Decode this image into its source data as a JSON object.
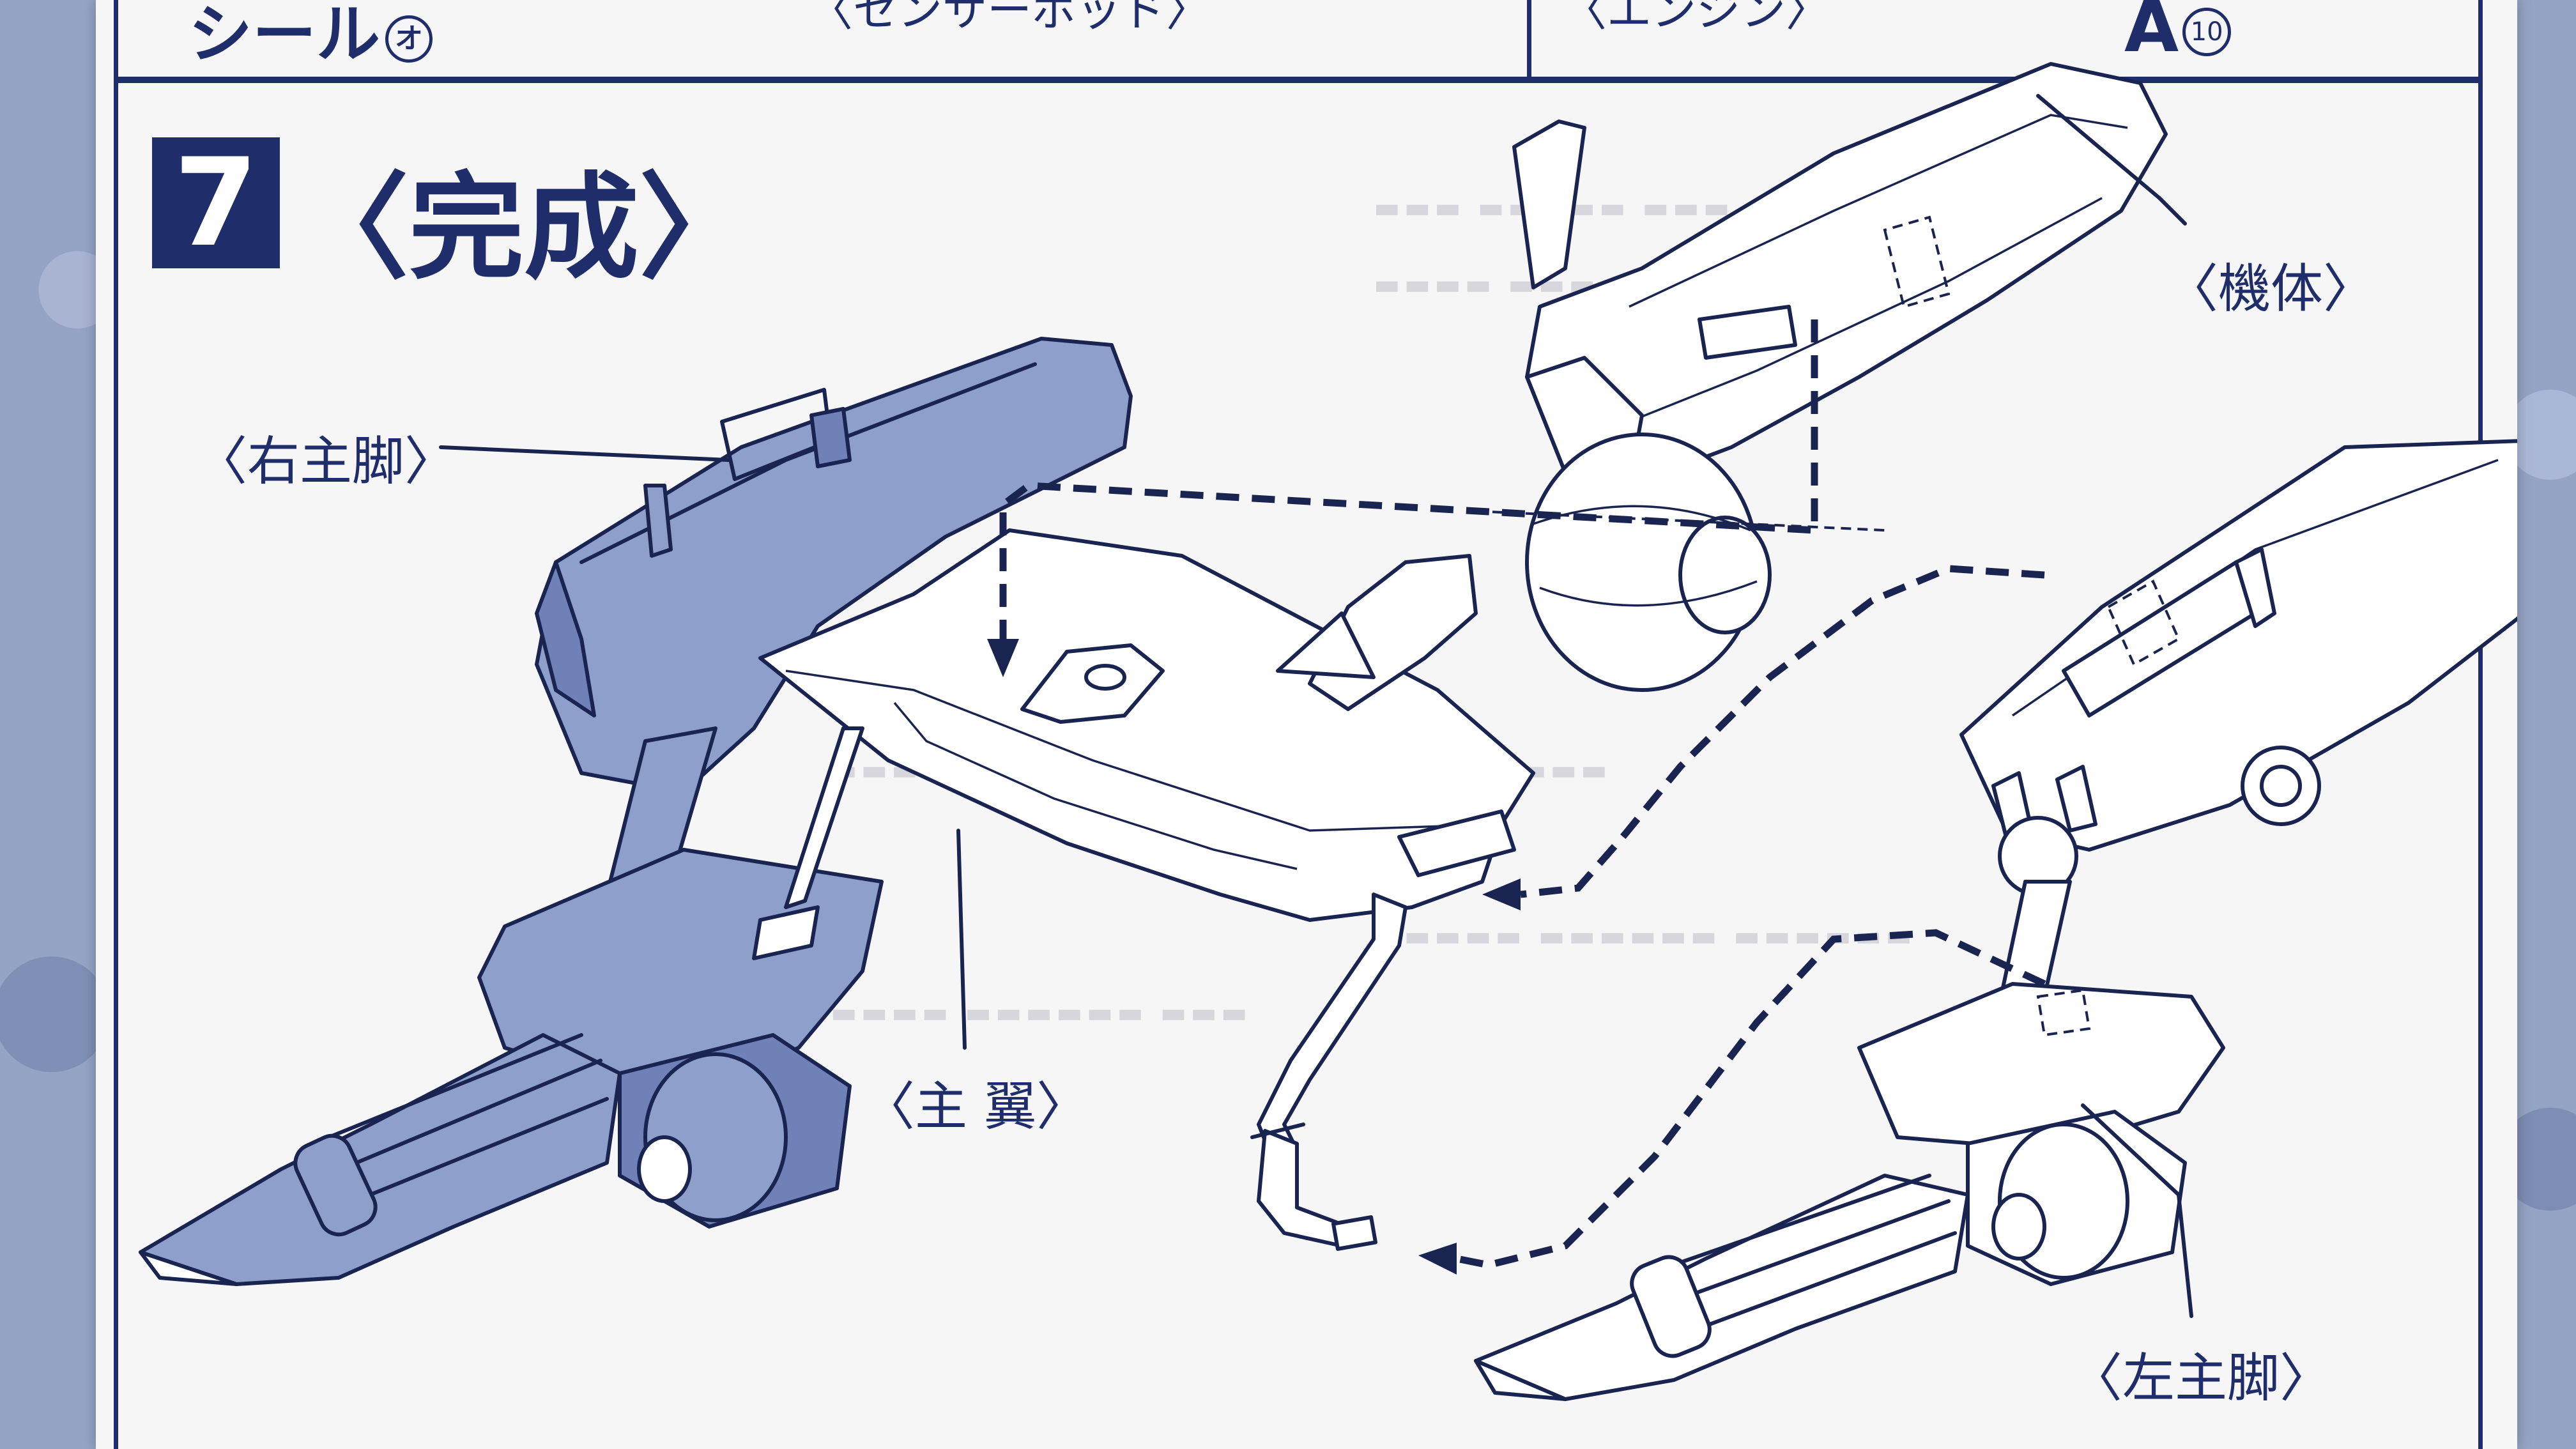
{
  "top_row": {
    "seal_text": "シール",
    "seal_mark": "オ",
    "cut_label_1": "〈センサーポッド〉",
    "cut_label_2": "〈エンジン〉",
    "part_letter": "A",
    "part_number": "10"
  },
  "step": {
    "number": "7",
    "title": "〈完成〉"
  },
  "labels": {
    "right_main_leg": "〈右主脚〉",
    "body": "〈機体〉",
    "main_wing": "〈主 翼〉",
    "left_main_leg": "〈左主脚〉"
  },
  "colors": {
    "ink": "#1f2d6a",
    "part_shade": "#8e9fcc",
    "paper": "#f6f6f7",
    "background_stone": "#95a3c5"
  }
}
